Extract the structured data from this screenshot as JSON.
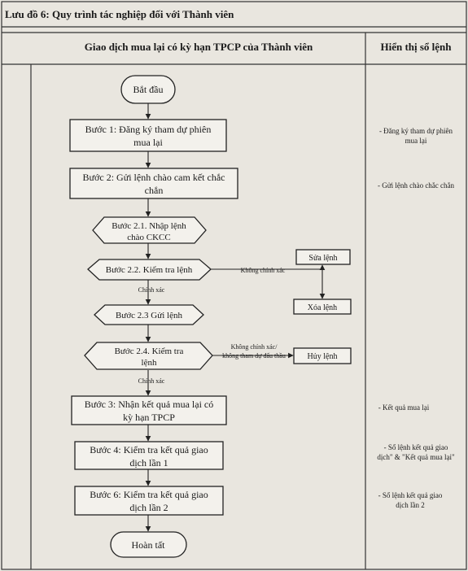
{
  "title": "Lưu đồ 6: Quy trình tác nghiệp đối với Thành viên",
  "headers": {
    "left": "Giao dịch mua lại có kỳ hạn TPCP của Thành viên",
    "right": "Hiển thị sổ lệnh"
  },
  "nodes": {
    "start": "Bắt đầu",
    "step1": [
      "Bước 1: Đăng ký tham dự phiên",
      "mua lại"
    ],
    "step2": [
      "Bước 2: Gửi lệnh chào cam kết chắc",
      "chắn"
    ],
    "step21": [
      "Bước 2.1. Nhập lệnh",
      "chào CKCC"
    ],
    "step22": "Bước 2.2. Kiểm tra lệnh",
    "edit": "Sửa lệnh",
    "delete": "Xóa lệnh",
    "step23": "Bước 2.3 Gửi lệnh",
    "step24": [
      "Bước 2.4. Kiểm tra",
      "lệnh"
    ],
    "cancel": "Hủy lệnh",
    "step3": [
      "Bước 3: Nhận kết quả mua lại có",
      "kỳ hạn TPCP"
    ],
    "step4": [
      "Bước 4: Kiểm tra kết quả giao",
      "dịch lần 1"
    ],
    "step6": [
      "Bước 6: Kiểm tra kết quả giao",
      "dịch lần 2"
    ],
    "end": "Hoàn tất"
  },
  "edge_labels": {
    "not_correct": "Không chính xác",
    "correct_1": "Chính xác",
    "not_correct_or_not_joined": [
      "Không chính xác/",
      "không tham dự đấu thầu"
    ],
    "correct_2": "Chính xác"
  },
  "side_notes": {
    "n1": [
      "- Đăng ký tham dự phiên",
      "mua lại"
    ],
    "n2": [
      "- Gửi lệnh chào chắc chắn"
    ],
    "n3": [
      "- Kết quả mua lại"
    ],
    "n4": [
      "- Sổ lệnh kết quả giao",
      "dịch\" & \"Kết quả mua lại\""
    ],
    "n5": [
      "- Sổ lệnh kết quả giao",
      "dịch lần 2"
    ]
  }
}
